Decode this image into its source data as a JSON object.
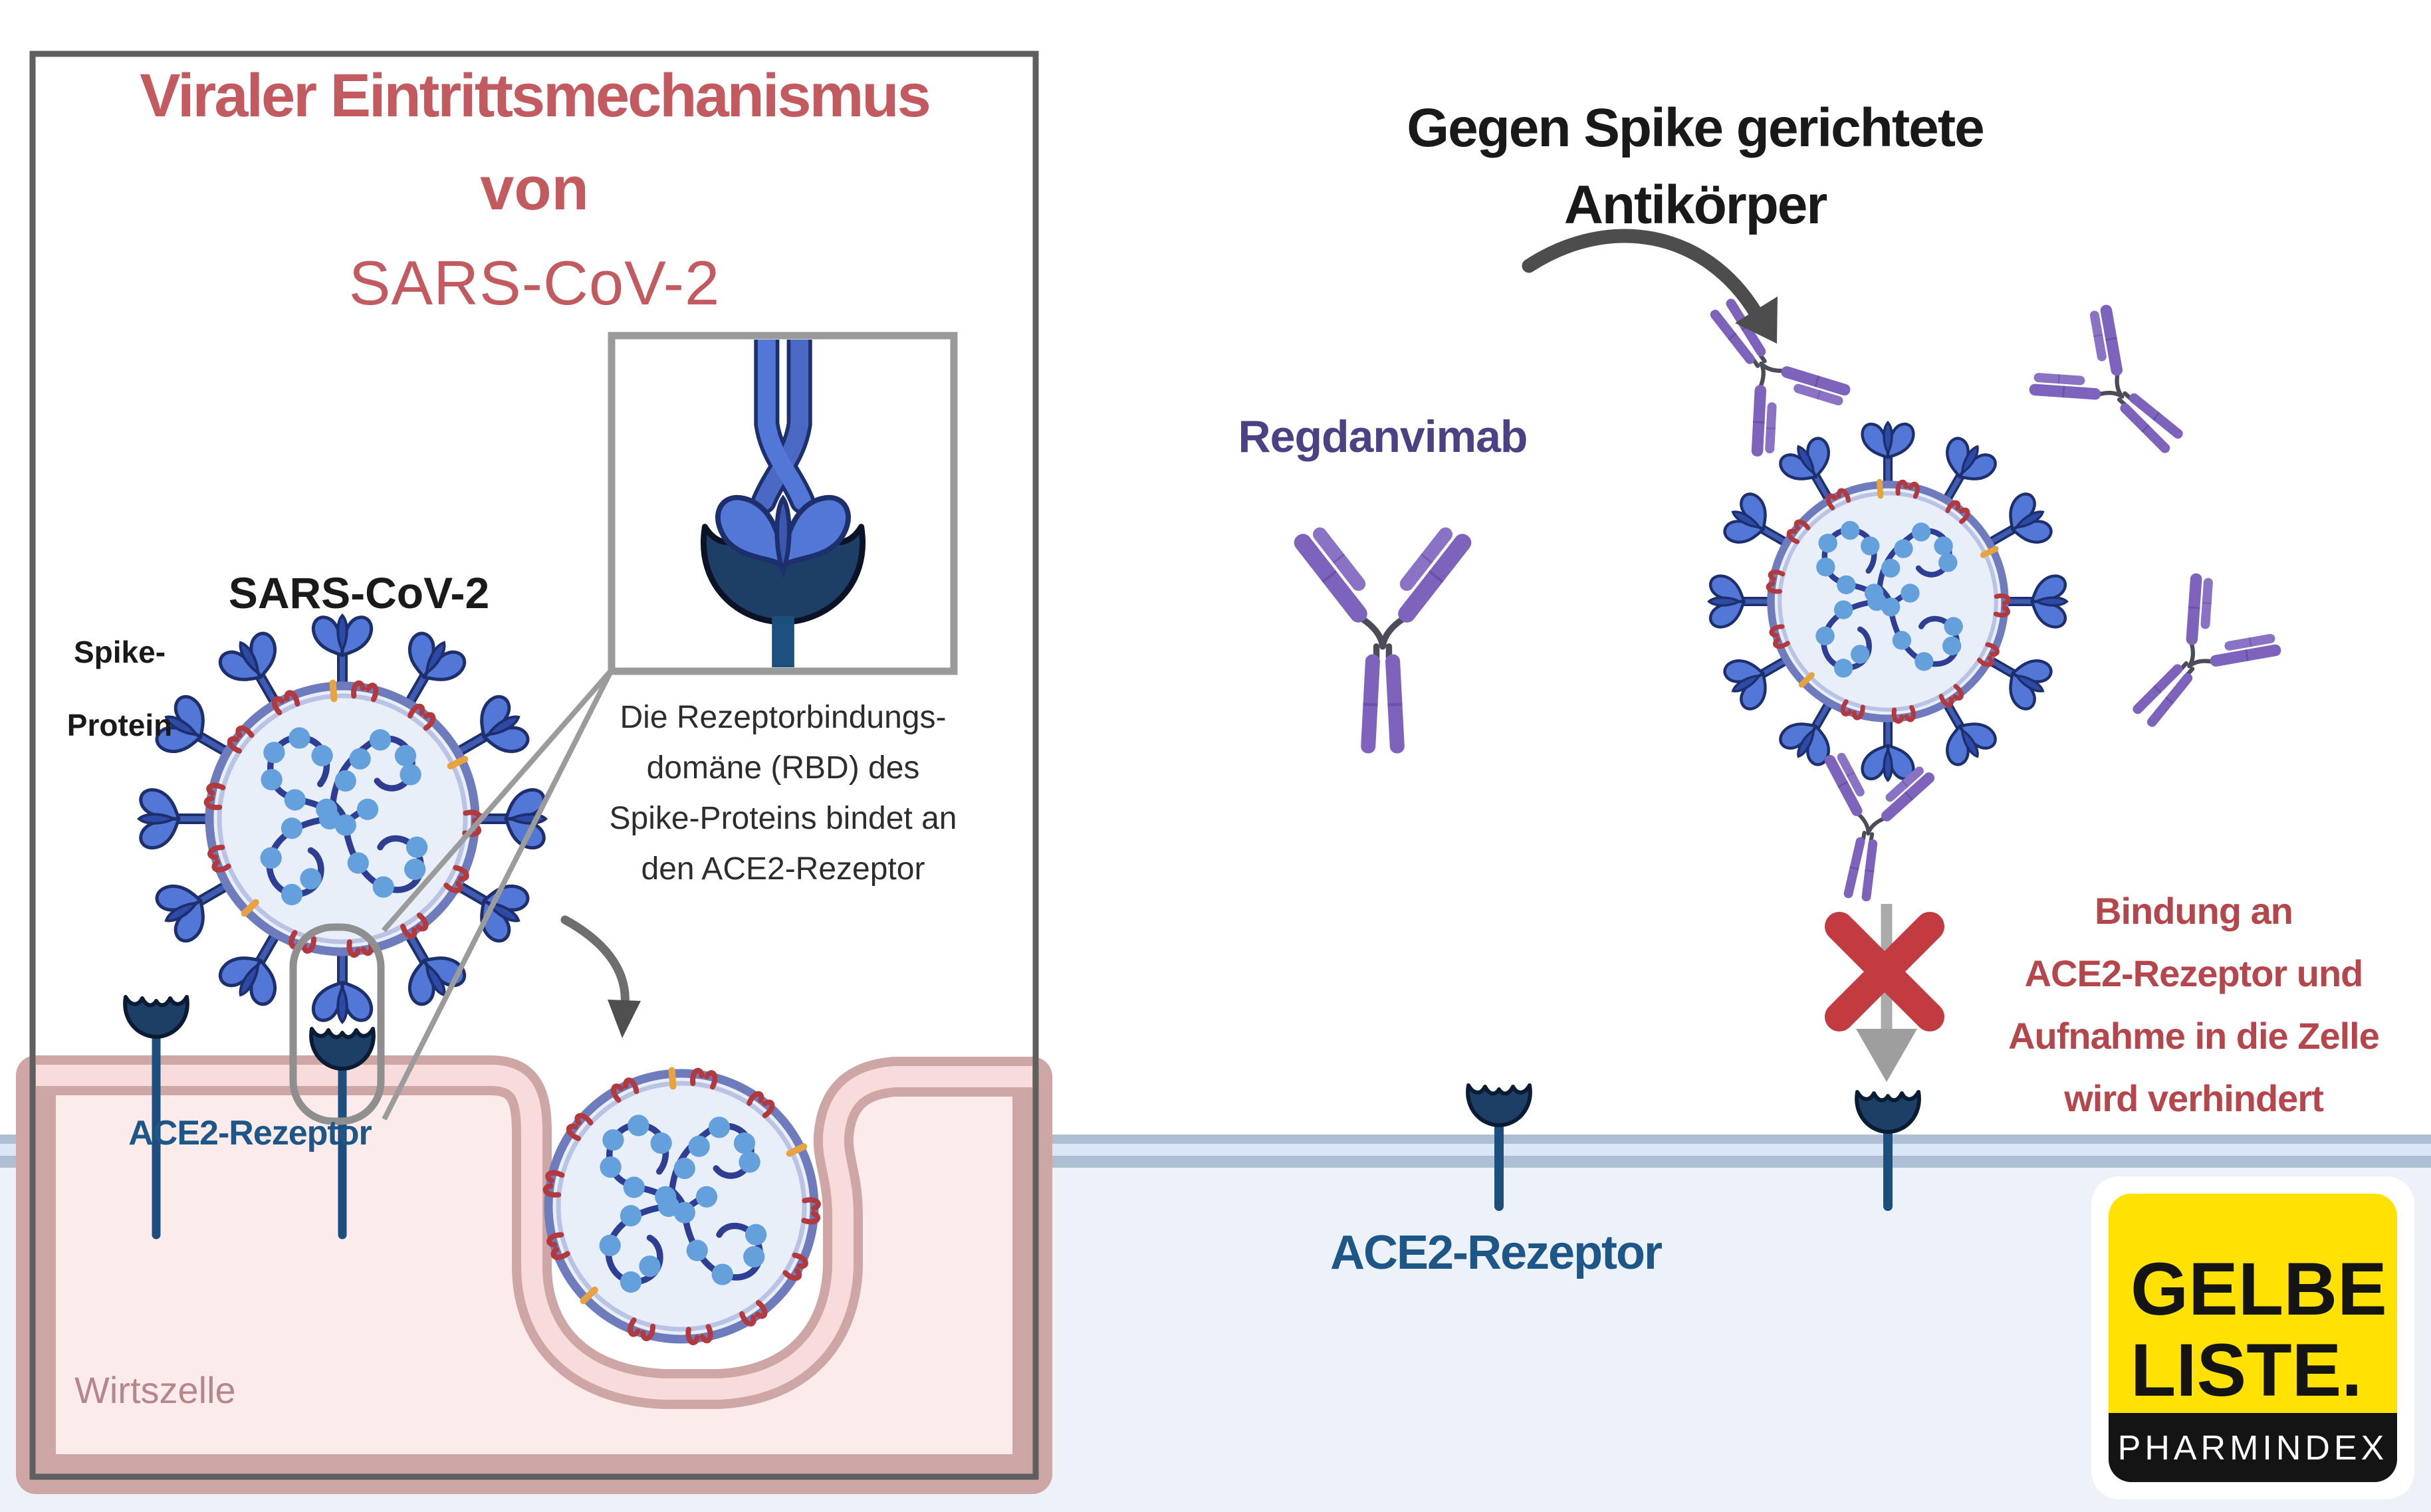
{
  "left_panel": {
    "title": {
      "line1": "Viraler Eintrittsmechanismus",
      "line2": "von",
      "line3": "SARS-CoV-2"
    },
    "virus_label": "SARS-CoV-2",
    "spike_label": {
      "line1": "Spike-",
      "line2": "Protein"
    },
    "inset_caption": {
      "line1": "Die Rezeptorbindungs-",
      "line2": "domäne (RBD) des",
      "line3": "Spike-Proteins bindet an",
      "line4": "den ACE2-Rezeptor"
    },
    "ace2_label": "ACE2-Rezeptor",
    "host_cell_label": "Wirtszelle"
  },
  "right_panel": {
    "title": {
      "line1": "Gegen Spike gerichtete",
      "line2": "Antikörper"
    },
    "antibody_label": "Regdanvimab",
    "blocked_text": {
      "line1": "Bindung an",
      "line2": "ACE2-Rezeptor und",
      "line3": "Aufnahme in die Zelle",
      "line4": "wird verhindert"
    },
    "ace2_label": "ACE2-Rezeptor"
  },
  "logo": {
    "line1": "GELBE",
    "line2": "LISTE.",
    "subtitle": "PHARMINDEX"
  },
  "colors": {
    "title_red": "#c25a60",
    "blocked_red": "#b4464c",
    "label_blue": "#1d5687",
    "regdanvimab_purple": "#4a4284",
    "hostcell_rose": "#b5878a",
    "antibody_purple": "#7d63bb",
    "receptor_navy": "#1d3f66",
    "spike_blue": "#5377d6",
    "membrane_pink_fill": "#f8dcdc",
    "membrane_pink_edge": "#cfa6a6",
    "cell_pink": "#fcebeb",
    "right_membrane_fill": "#dbe7f6",
    "right_membrane_edge": "#aebfd4",
    "below_membrane_blue": "#ecf2f8",
    "x_red": "#c23b41",
    "logo_yellow": "#ffe103",
    "logo_black": "#141414"
  }
}
